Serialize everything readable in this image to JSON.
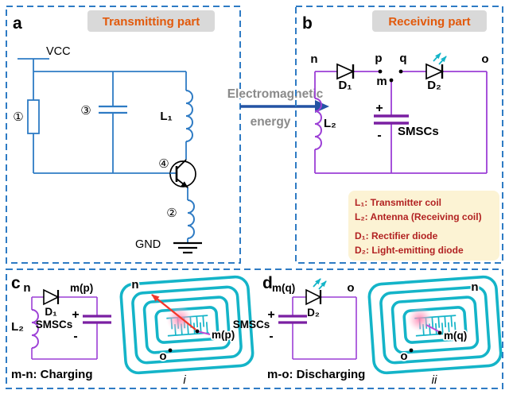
{
  "panel_a": {
    "label": "a",
    "title": "Transmitting part",
    "vcc": "VCC",
    "gnd": "GND",
    "comp1": "①",
    "comp2": "②",
    "comp3": "③",
    "comp4": "④",
    "l1": "L₁"
  },
  "energy": {
    "line1": "Electromagnetic",
    "line2": "energy"
  },
  "panel_b": {
    "label": "b",
    "title": "Receiving part",
    "node_n": "n",
    "node_p": "p",
    "node_q": "q",
    "node_o": "o",
    "node_m": "m",
    "d1": "D₁",
    "d2": "D₂",
    "l2": "L₂",
    "plus": "+",
    "minus": "-",
    "smscs": "SMSCs",
    "legend": {
      "line1": "L₁: Transmitter coil",
      "line2": "L₂: Antenna (Receiving coil)",
      "line3": "D₁: Rectifier diode",
      "line4": "D₂: Light-emitting diode"
    }
  },
  "panel_c": {
    "label": "c",
    "node_n": "n",
    "node_mp": "m(p)",
    "d1": "D₁",
    "l2": "L₂",
    "plus": "+",
    "minus": "-",
    "smscs": "SMSCs",
    "caption": "m-n: Charging",
    "spiral": {
      "node_n": "n",
      "node_mp": "m(p)",
      "node_o": "o",
      "num": "i"
    }
  },
  "panel_d": {
    "label": "d",
    "node_mq": "m(q)",
    "node_o": "o",
    "d2": "D₂",
    "plus": "+",
    "minus": "-",
    "smscs": "SMSCs",
    "caption": "m-o: Discharging",
    "spiral": {
      "node_n": "n",
      "node_mq": "m(q)",
      "node_o": "o",
      "num": "ii"
    }
  },
  "colors": {
    "panel_border_blue": "#2e7bc4",
    "wire_blue": "#2e7bc4",
    "wire_purple": "#9c3fd6",
    "capacitor_plate_purple": "#7a1fa2",
    "title_text_orange": "#e2590b",
    "title_bg_gray": "#d9d9d9",
    "legend_bg_cream": "#fcf3d4",
    "legend_text_red": "#b22222",
    "coil_cyan": "#14b4c8",
    "energy_text_gray": "#8a8a8a",
    "energy_arrow_blue": "#2353a4",
    "glow_pink": "#ff7bac",
    "arrow_red": "#f2372b"
  }
}
